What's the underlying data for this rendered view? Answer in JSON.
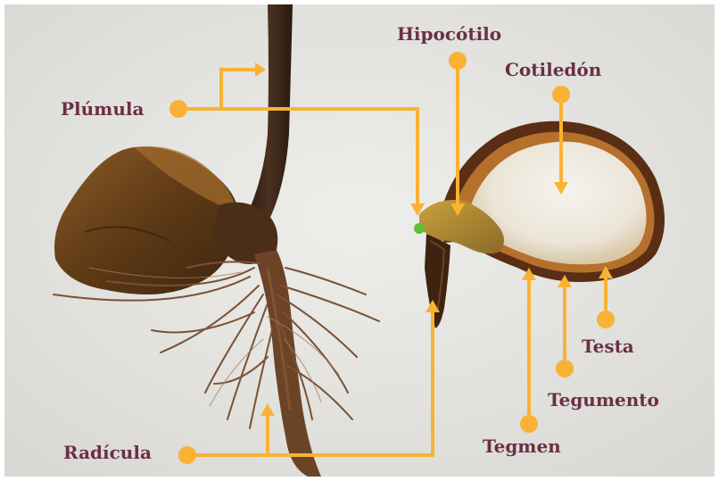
{
  "labels": {
    "plumula": "Plúmula",
    "hipocotilo": "Hipocótilo",
    "cotiledon": "Cotiledón",
    "radicula": "Radícula",
    "tegmen": "Tegmen",
    "tegumento": "Tegumento",
    "testa": "Testa"
  },
  "colors": {
    "label_text": "#6b2f46",
    "annotation": "#f9b233",
    "background": "#e9e8e4"
  }
}
